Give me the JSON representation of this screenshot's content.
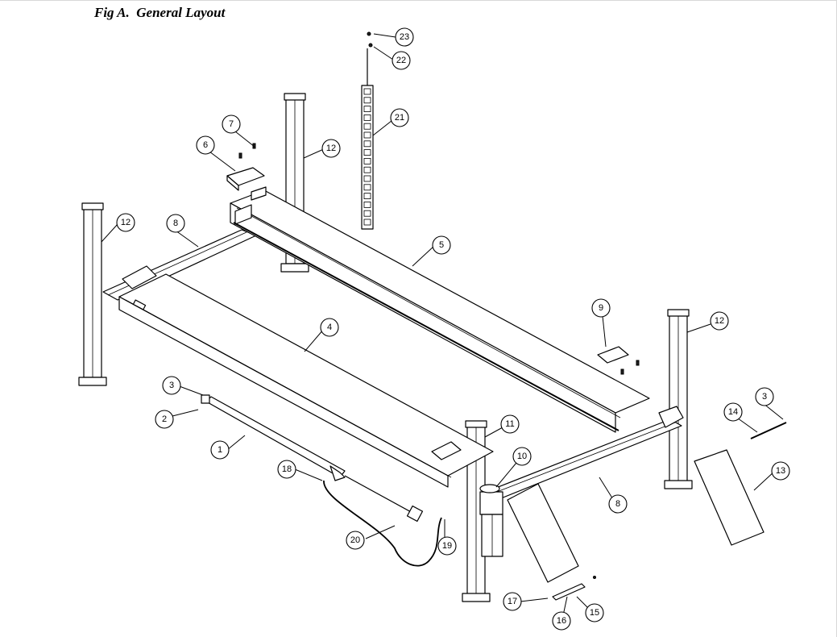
{
  "figure": {
    "title": "Fig A.  General Layout"
  },
  "callouts": [
    {
      "id": "c23",
      "label": "23"
    },
    {
      "id": "c22",
      "label": "22"
    },
    {
      "id": "c21",
      "label": "21"
    },
    {
      "id": "c7",
      "label": "7"
    },
    {
      "id": "c6",
      "label": "6"
    },
    {
      "id": "c12a",
      "label": "12"
    },
    {
      "id": "c12b",
      "label": "12"
    },
    {
      "id": "c8a",
      "label": "8"
    },
    {
      "id": "c5",
      "label": "5"
    },
    {
      "id": "c9",
      "label": "9"
    },
    {
      "id": "c12c",
      "label": "12"
    },
    {
      "id": "c4",
      "label": "4"
    },
    {
      "id": "c3a",
      "label": "3"
    },
    {
      "id": "c2",
      "label": "2"
    },
    {
      "id": "c1",
      "label": "1"
    },
    {
      "id": "c11",
      "label": "11"
    },
    {
      "id": "c3b",
      "label": "3"
    },
    {
      "id": "c14",
      "label": "14"
    },
    {
      "id": "c18",
      "label": "18"
    },
    {
      "id": "c10",
      "label": "10"
    },
    {
      "id": "c13",
      "label": "13"
    },
    {
      "id": "c8b",
      "label": "8"
    },
    {
      "id": "c20",
      "label": "20"
    },
    {
      "id": "c19",
      "label": "19"
    },
    {
      "id": "c17",
      "label": "17"
    },
    {
      "id": "c16",
      "label": "16"
    },
    {
      "id": "c15",
      "label": "15"
    }
  ]
}
